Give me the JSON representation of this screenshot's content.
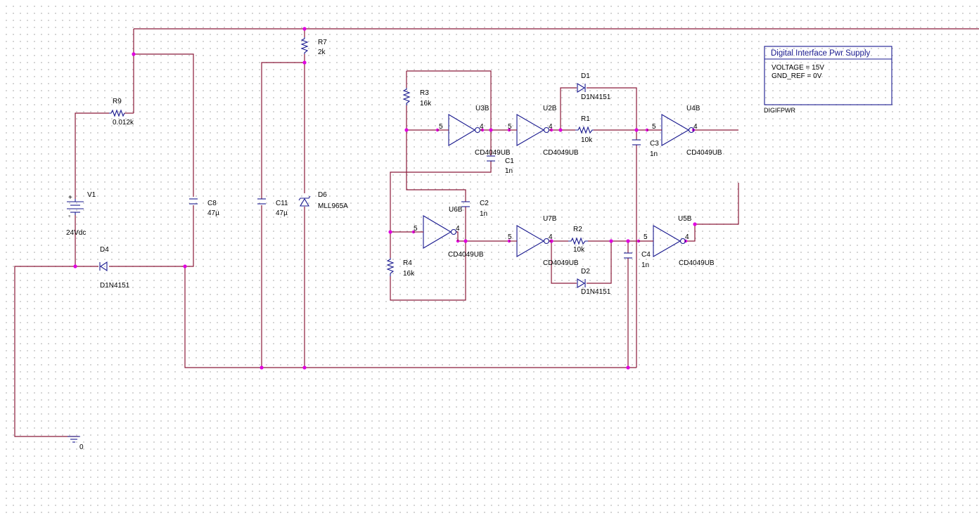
{
  "components": {
    "R9": {
      "ref": "R9",
      "value": "0.012k"
    },
    "R7": {
      "ref": "R7",
      "value": "2k"
    },
    "R3": {
      "ref": "R3",
      "value": "16k"
    },
    "R4": {
      "ref": "R4",
      "value": "16k"
    },
    "R1": {
      "ref": "R1",
      "value": "10k"
    },
    "R2": {
      "ref": "R2",
      "value": "10k"
    },
    "V1": {
      "ref": "V1",
      "value": "24Vdc"
    },
    "C8": {
      "ref": "C8",
      "value": "47µ"
    },
    "C11": {
      "ref": "C11",
      "value": "47µ"
    },
    "C1": {
      "ref": "C1",
      "value": "1n"
    },
    "C2": {
      "ref": "C2",
      "value": "1n"
    },
    "C3": {
      "ref": "C3",
      "value": "1n"
    },
    "C4": {
      "ref": "C4",
      "value": "1n"
    },
    "D1": {
      "ref": "D1",
      "value": "D1N4151"
    },
    "D2": {
      "ref": "D2",
      "value": "D1N4151"
    },
    "D4": {
      "ref": "D4",
      "value": "D1N4151"
    },
    "D6": {
      "ref": "D6",
      "value": "MLL965A"
    },
    "U3B": {
      "ref": "U3B",
      "value": "CD4049UB",
      "pin_in": "5",
      "pin_out": "4"
    },
    "U2B": {
      "ref": "U2B",
      "value": "CD4049UB",
      "pin_in": "5",
      "pin_out": "4"
    },
    "U4B": {
      "ref": "U4B",
      "value": "CD4049UB",
      "pin_in": "5",
      "pin_out": "4"
    },
    "U6B": {
      "ref": "U6B",
      "value": "CD4049UB",
      "pin_in": "5",
      "pin_out": "4"
    },
    "U7B": {
      "ref": "U7B",
      "value": "CD4049UB",
      "pin_in": "5",
      "pin_out": "4"
    },
    "U5B": {
      "ref": "U5B",
      "value": "CD4049UB",
      "pin_in": "5",
      "pin_out": "4"
    }
  },
  "ground": {
    "label": "0"
  },
  "digifpwr": {
    "title": "Digital  Interface  Pwr  Supply",
    "voltage": "VOLTAGE = 15V",
    "gnd_ref": "GND_REF = 0V",
    "name": "DIGIFPWR"
  },
  "colors": {
    "wire": "#8b1a3a",
    "part": "#1a1a8f",
    "junction": "#e000e0",
    "grid_dot": "#c9c9c9"
  }
}
